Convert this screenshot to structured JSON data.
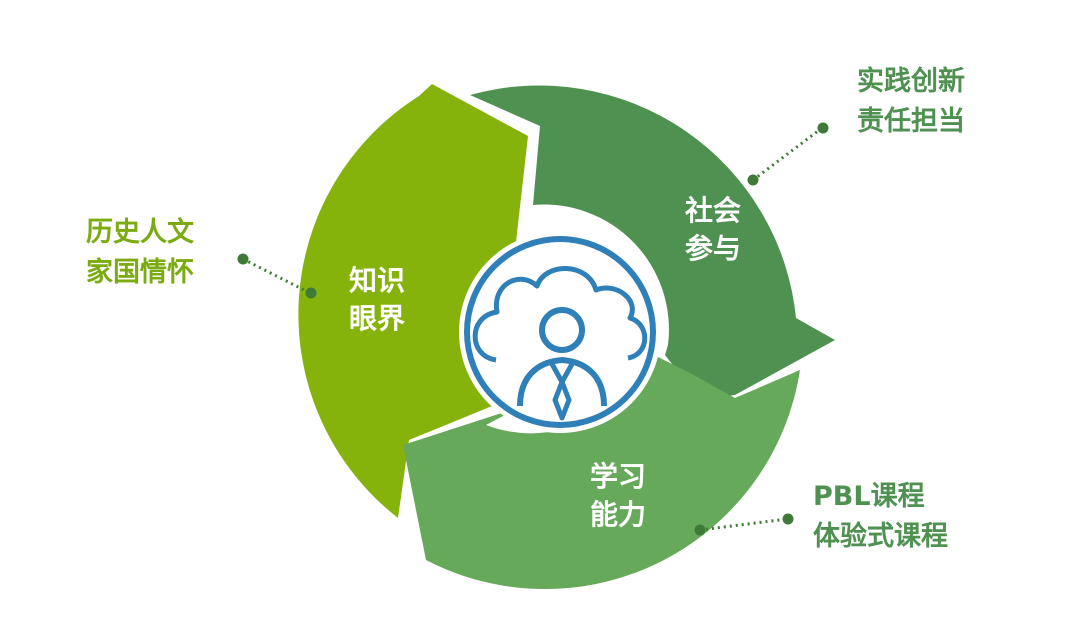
{
  "colors": {
    "knowledge": "#85b30b",
    "social": "#4f9151",
    "learning": "#67a95a",
    "icon": "#2f7fb8",
    "callout_left": "#7aab10",
    "callout_right": "#4f9151",
    "leader": "#3f7a38"
  },
  "segments": {
    "knowledge": {
      "line1": "知识",
      "line2": "眼界"
    },
    "social": {
      "line1": "社会",
      "line2": "参与"
    },
    "learning": {
      "line1": "学习",
      "line2": "能力"
    }
  },
  "callouts": {
    "left": {
      "line1": "历史人文",
      "line2": "家国情怀"
    },
    "top_right": {
      "line1": "实践创新",
      "line2": "责任担当"
    },
    "bottom_right": {
      "line1": "PBL课程",
      "line2": "体验式课程"
    }
  },
  "center_icon": "person-in-cloud-icon"
}
